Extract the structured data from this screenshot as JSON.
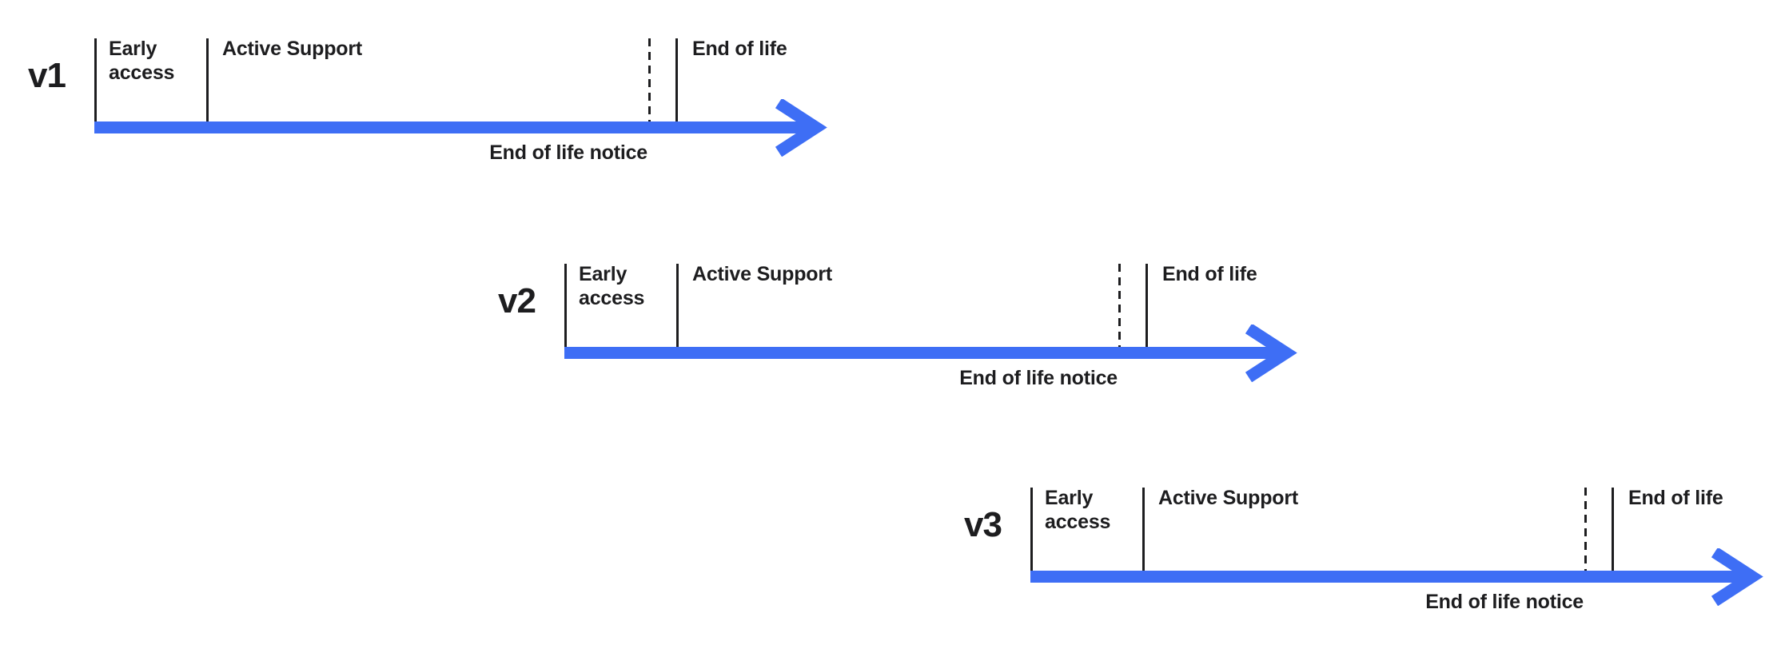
{
  "colors": {
    "arrow": "#3e6ef5",
    "text": "#1d1d1f",
    "line": "#1d1d1f",
    "background": "#ffffff"
  },
  "labels": {
    "early_access": "Early access",
    "active_support": "Active Support",
    "end_of_life": "End of life",
    "end_of_life_notice": "End of life notice"
  },
  "rows": [
    {
      "version": "v1"
    },
    {
      "version": "v2"
    },
    {
      "version": "v3"
    }
  ]
}
